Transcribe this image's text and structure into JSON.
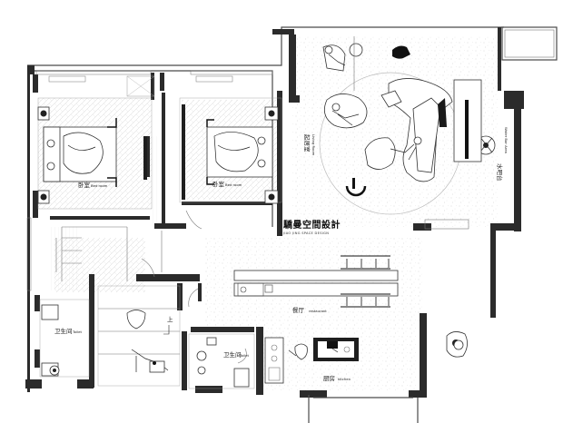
{
  "rooms": {
    "bedroom_left": {
      "cn": "卧室",
      "en": "Bed room"
    },
    "bedroom_right": {
      "cn": "卧室",
      "en": "Bed room"
    },
    "living": {
      "cn": "起居室",
      "en": "Living Room"
    },
    "waterbar": {
      "cn": "水吧台",
      "en": "Water Bar Area"
    },
    "restaurant": {
      "cn": "餐厅",
      "en": "restaurant"
    },
    "kitchen": {
      "cn": "厨房",
      "en": "kitchen"
    },
    "toilet_left": {
      "cn": "卫生间",
      "en": "Toilet"
    },
    "toilet_right": {
      "cn": "卫生间",
      "en": "Toilet"
    },
    "stair": {
      "cn": "上"
    }
  },
  "brand": {
    "name": "驕曼空間設計",
    "sub": "JIAO JING SPACE DESIGN"
  }
}
